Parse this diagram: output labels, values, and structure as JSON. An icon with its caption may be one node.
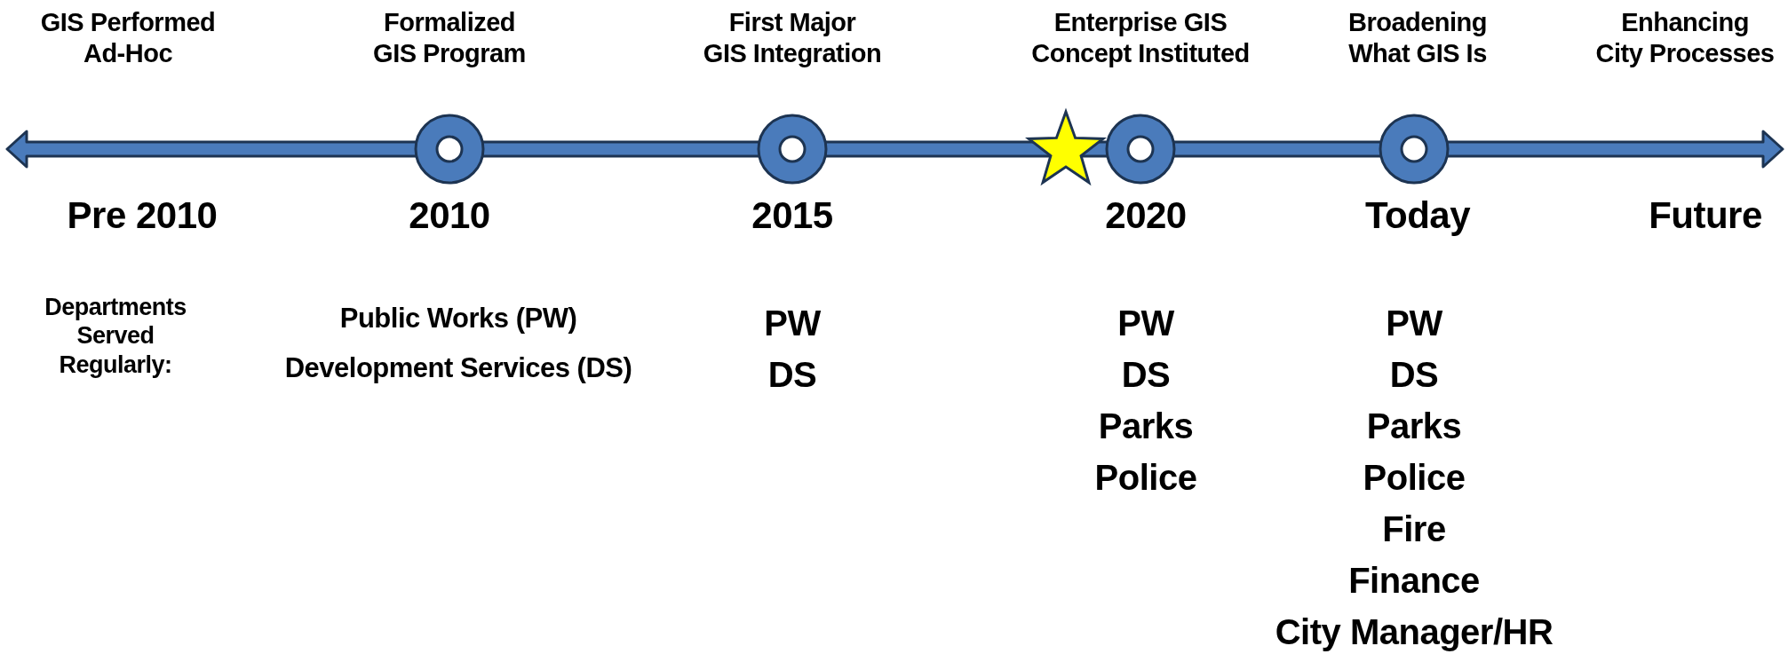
{
  "diagram": {
    "labels": [
      "GIS Performed Ad-Hoc",
      "Formalized GIS Program",
      "First Major GIS Integration",
      "Enterprise GIS Concept Instituted",
      "Broadening What GIS Is",
      "Enhancing City Processes",
      "Pre 2010",
      "2010",
      "2015",
      "2020",
      "Today",
      "Future",
      "Departments Served Regularly:",
      "Public Works (PW)",
      "Development Services (DS)",
      "PW",
      "DS",
      "PW",
      "DS",
      "Parks",
      "Police",
      "PW",
      "DS",
      "Parks",
      "Police",
      "Fire",
      "Finance",
      "City Manager/HR"
    ]
  }
}
